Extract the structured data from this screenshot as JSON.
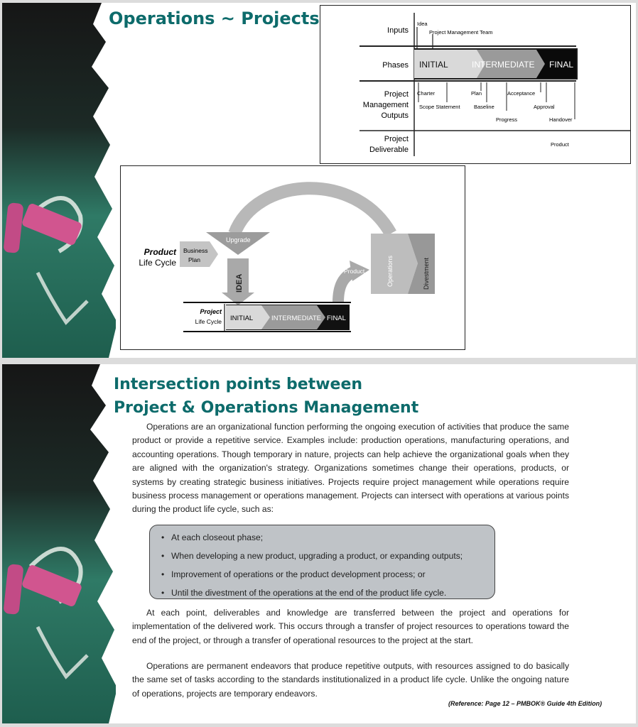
{
  "slide1": {
    "title": "Operations ~ Projects",
    "phase_diagram": {
      "rows": {
        "inputs": "Inputs",
        "phases": "Phases",
        "pm_outputs": [
          "Project",
          "Management",
          "Outputs"
        ],
        "deliverable": [
          "Project",
          "Deliverable"
        ]
      },
      "input_items": [
        "Idea",
        "Project Management Team"
      ],
      "phases": [
        "INITIAL",
        "INTERMEDIATE",
        "FINAL"
      ],
      "output_items": [
        "Charter",
        "Scope Statement",
        "Plan",
        "Baseline",
        "Progress",
        "Acceptance",
        "Approval",
        "Handover"
      ],
      "deliverable_item": "Product"
    },
    "lifecycle_diagram": {
      "product_label": "Product",
      "life_cycle_label": "Life Cycle",
      "business_plan": [
        "Business",
        "Plan"
      ],
      "upgrade": "Upgrade",
      "idea": "IDEA",
      "product_arrow": "Product",
      "operations": "Operations",
      "divestment": "Divestment",
      "project_label": "Project",
      "project_life_cycle": "Life Cycle",
      "phases": [
        "INITIAL",
        "INTERMEDIATE",
        "FINAL"
      ]
    }
  },
  "slide2": {
    "title_line1": "Intersection points between",
    "title_line2": "Project & Operations Management",
    "para1": "Operations are an organizational function performing the ongoing execution of activities that produce the same product or provide a repetitive service. Examples include: production operations, manufacturing operations, and accounting operations. Though temporary in nature, projects can help achieve the organizational goals when they are aligned with the organization's strategy. Organizations sometimes change their operations, products, or systems by creating strategic business initiatives. Projects require project management while operations require business process management or operations management. Projects can intersect with operations at various points during the product life cycle, such as:",
    "bullets": [
      "At each closeout phase;",
      "When developing a new product, upgrading a product, or expanding outputs;",
      "Improvement of operations or the product development process; or",
      "Until the divestment of the operations at the end of the product life cycle."
    ],
    "para2": "At each point, deliverables and knowledge are transferred between the project and operations for implementation of the delivered work. This occurs through a transfer of project resources to operations toward the end of the project, or through a transfer of operational resources to the project at the start.",
    "para3": "Operations are permanent endeavors that produce repetitive outputs, with resources assigned to do basically the same set of tasks according to the standards institutionalized in a product life cycle. Unlike the ongoing nature of operations, projects are temporary endeavors.",
    "reference": "(Reference: Page 12 – PMBOK® Guide 4th Edition)"
  }
}
